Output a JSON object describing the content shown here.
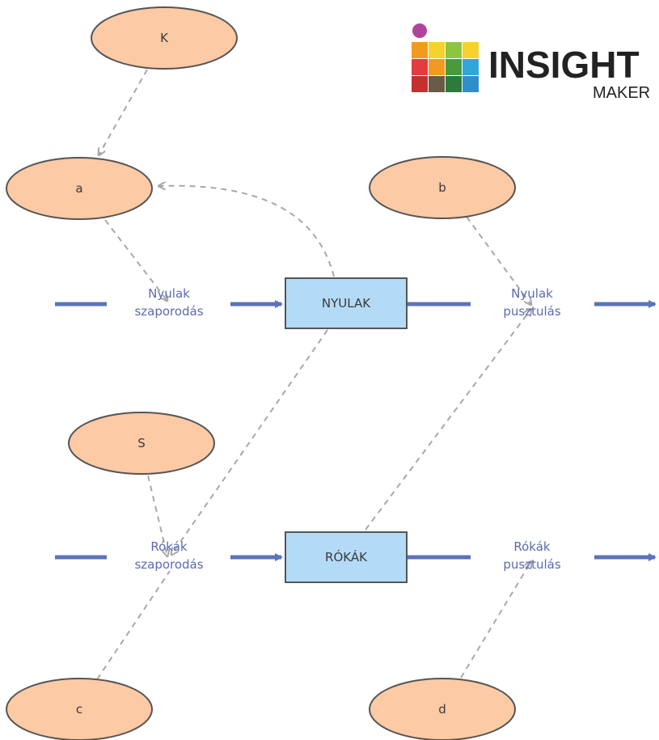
{
  "logo": {
    "name": "INSIGHT",
    "subname": "MAKER",
    "colors": [
      "#e43c3c",
      "#f39a1e",
      "#f5d22e",
      "#8cc63f",
      "#4a9a3c",
      "#2fa7d8",
      "#8e4a9c",
      "#b0449b"
    ]
  },
  "variables": {
    "K": "K",
    "a": "a",
    "b": "b",
    "S": "S",
    "c": "c",
    "d": "d"
  },
  "stocks": {
    "nyulak": "NYULAK",
    "rokak": "RÓKÁK"
  },
  "flows": {
    "nyulak_szaporodas": [
      "Nyulak",
      "szaporodás"
    ],
    "nyulak_pusztulas": [
      "Nyulak",
      "pusztulás"
    ],
    "rokak_szaporodas": [
      "Rókák",
      "szaporodás"
    ],
    "rokak_pusztulas": [
      "Rókák",
      "pusztulás"
    ]
  },
  "colors": {
    "variable_fill": "#fccaa5",
    "variable_stroke": "#555555",
    "stock_fill": "#b3dbf8",
    "stock_stroke": "#555555",
    "flow_line": "#5b73b8",
    "link_line": "#a8a8a8"
  }
}
